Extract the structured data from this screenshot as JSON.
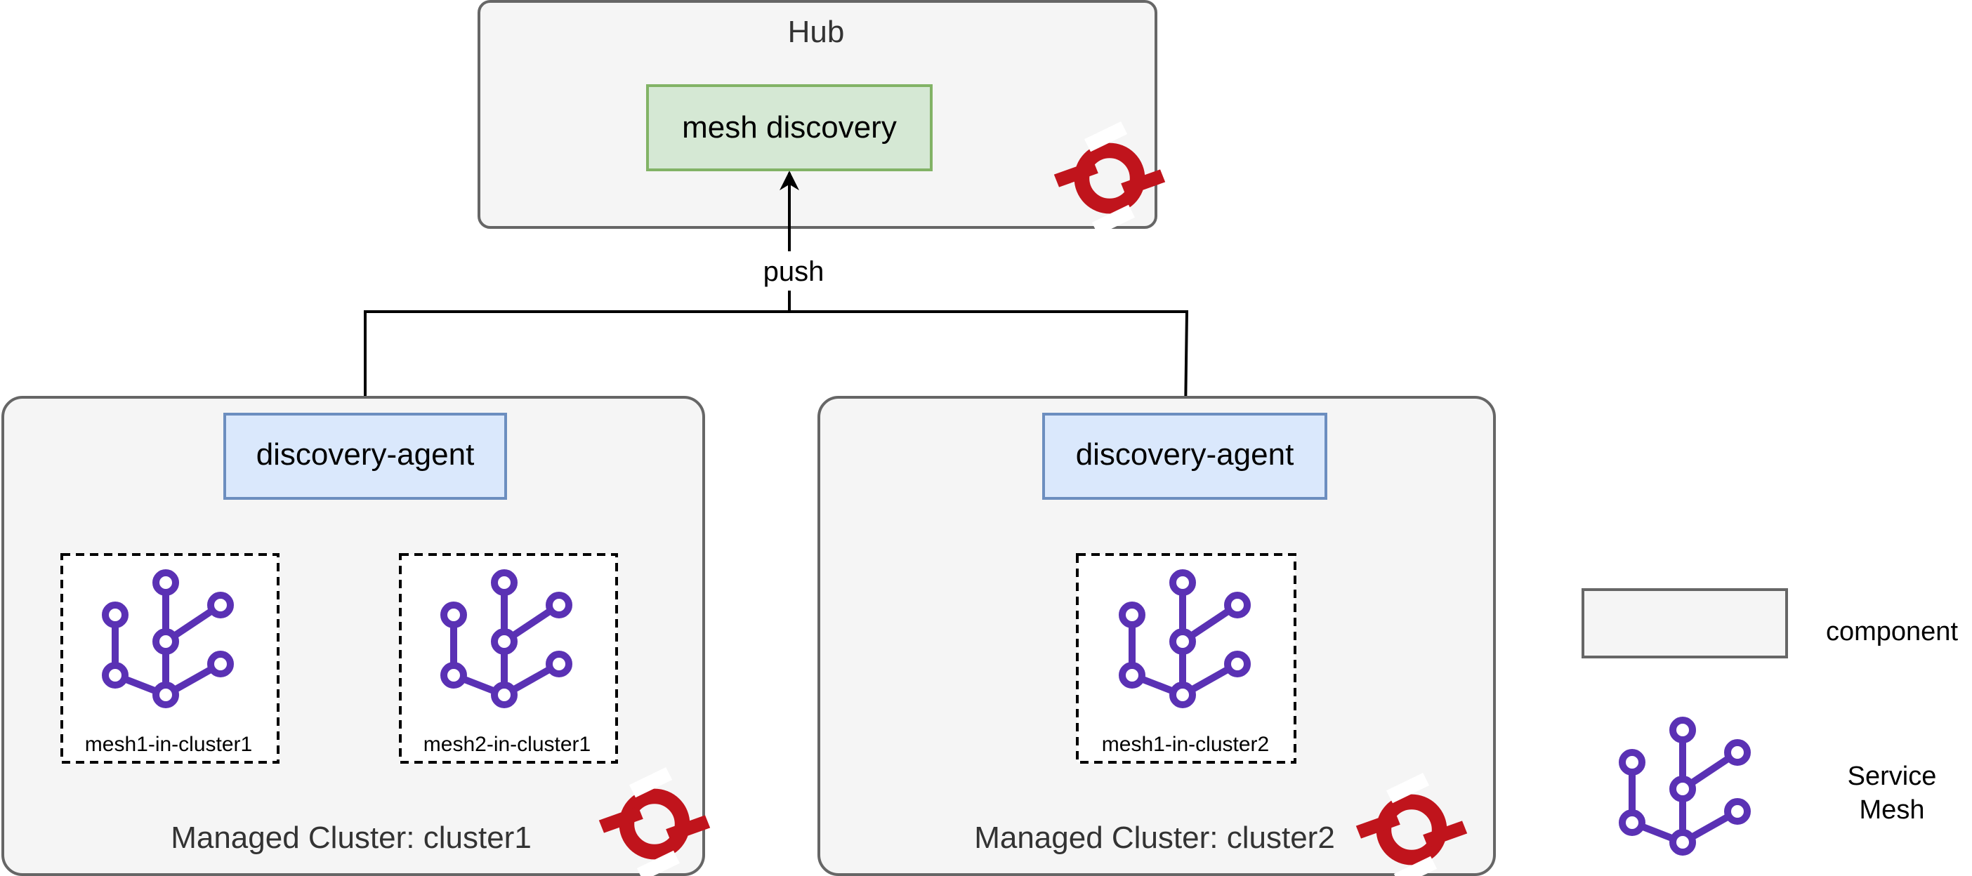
{
  "hub": {
    "title": "Hub",
    "component_label": "mesh discovery"
  },
  "push_label": "push",
  "clusters": [
    {
      "title": "Managed Cluster: cluster1",
      "agent_label": "discovery-agent",
      "meshes": [
        "mesh1-in-cluster1",
        "mesh2-in-cluster1"
      ]
    },
    {
      "title": "Managed Cluster: cluster2",
      "agent_label": "discovery-agent",
      "meshes": [
        "mesh1-in-cluster2"
      ]
    }
  ],
  "legend": {
    "component_label": "component",
    "mesh_label_line1": "Service",
    "mesh_label_line2": "Mesh"
  },
  "colors": {
    "container_fill": "#f5f5f5",
    "container_stroke": "#666666",
    "mesh_discovery_fill": "#d5e8d4",
    "mesh_discovery_stroke": "#82b366",
    "agent_fill": "#dae8fc",
    "agent_stroke": "#6c8ebf",
    "mesh_icon": "#5a31b4",
    "openshift_red": "#c0141c"
  },
  "icons": {
    "mesh": "service-mesh-icon",
    "platform": "openshift-logo-icon"
  }
}
